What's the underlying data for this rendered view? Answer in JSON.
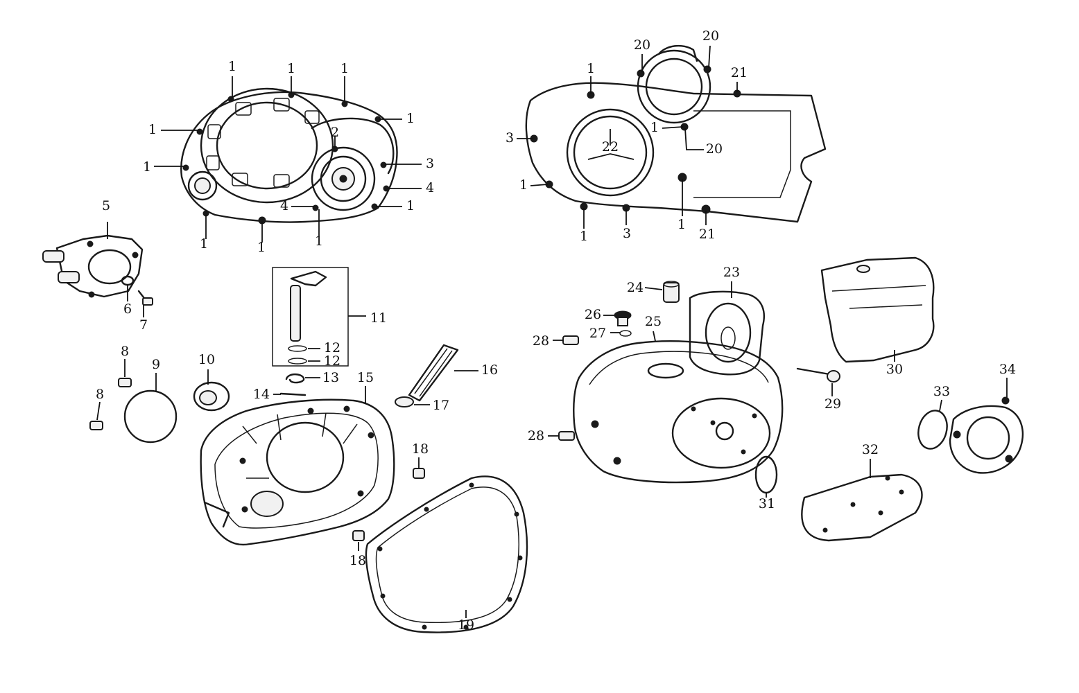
{
  "callouts": {
    "c1": "1",
    "c2": "2",
    "c3": "3",
    "c4": "4",
    "c5": "5",
    "c6": "6",
    "c7": "7",
    "c8": "8",
    "c9": "9",
    "c10": "10",
    "c11": "11",
    "c12": "12",
    "c13": "13",
    "c14": "14",
    "c15": "15",
    "c16": "16",
    "c17": "17",
    "c18": "18",
    "c19": "19",
    "c20": "20",
    "c21": "21",
    "c22": "22",
    "c23": "23",
    "c24": "24",
    "c25": "25",
    "c26": "26",
    "c27": "27",
    "c28": "28",
    "c29": "29",
    "c30": "30",
    "c31": "31",
    "c32": "32",
    "c33": "33",
    "c34": "34"
  }
}
